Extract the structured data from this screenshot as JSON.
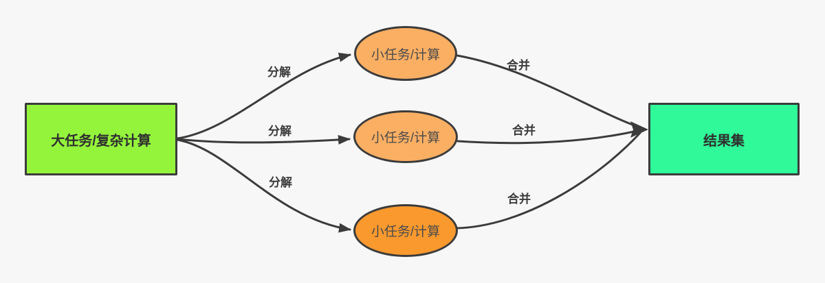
{
  "diagram": {
    "background": "#f7f7f7",
    "stroke_color": "#3b3b3b",
    "nodes": {
      "source": {
        "label": "大任务/复杂计算",
        "shape": "rectangle",
        "fill": "#94f43c"
      },
      "tasks": [
        {
          "label": "小任务/计算",
          "shape": "ellipse",
          "fill": "#fbaf63"
        },
        {
          "label": "小任务/计算",
          "shape": "ellipse",
          "fill": "#fbaf63"
        },
        {
          "label": "小任务/计算",
          "shape": "ellipse",
          "fill": "#f9992e"
        }
      ],
      "result": {
        "label": "结果集",
        "shape": "rectangle",
        "fill": "#2ff998"
      }
    },
    "edge_labels": {
      "decompose": [
        "分解",
        "分解",
        "分解"
      ],
      "merge": [
        "合并",
        "合并",
        "合并"
      ]
    }
  }
}
